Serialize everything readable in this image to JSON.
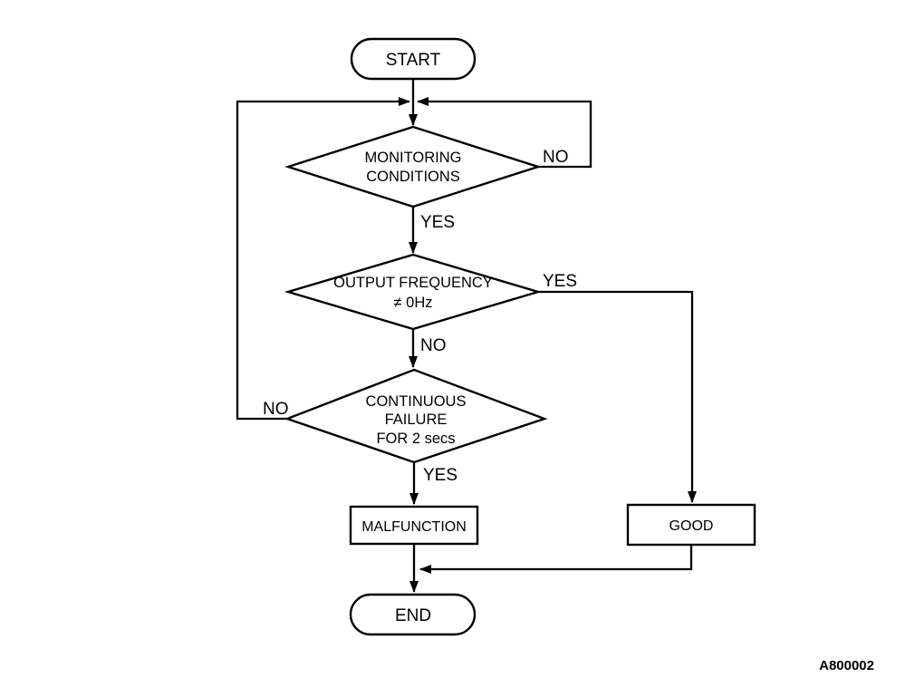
{
  "figure": {
    "code": "A800002",
    "background_color": "#ffffff",
    "line_color": "#000000",
    "text_color": "#000000"
  },
  "nodes": {
    "start": {
      "type": "terminator",
      "label": "START"
    },
    "monitoring_conditions": {
      "type": "decision",
      "lines": [
        "MONITORING",
        "CONDITIONS"
      ]
    },
    "output_frequency": {
      "type": "decision",
      "lines": [
        "OUTPUT FREQUENCY",
        "≠ 0Hz"
      ]
    },
    "continuous_failure": {
      "type": "decision",
      "lines": [
        "CONTINUOUS",
        "FAILURE",
        "FOR 2 secs"
      ]
    },
    "malfunction": {
      "type": "process",
      "label": "MALFUNCTION"
    },
    "good": {
      "type": "process",
      "label": "GOOD"
    },
    "end": {
      "type": "terminator",
      "label": "END"
    }
  },
  "edges": {
    "start_to_monitoring": {
      "label": "",
      "from": "start",
      "to": "monitoring_conditions"
    },
    "monitoring_no": {
      "label": "NO",
      "from": "monitoring_conditions",
      "to": "merge_before_monitoring"
    },
    "monitoring_yes": {
      "label": "YES",
      "from": "monitoring_conditions",
      "to": "output_frequency"
    },
    "output_frequency_yes": {
      "label": "YES",
      "from": "output_frequency",
      "to": "good"
    },
    "output_frequency_no": {
      "label": "NO",
      "from": "output_frequency",
      "to": "continuous_failure"
    },
    "continuous_failure_no": {
      "label": "NO",
      "from": "continuous_failure",
      "to": "merge_before_monitoring"
    },
    "continuous_failure_yes": {
      "label": "YES",
      "from": "continuous_failure",
      "to": "malfunction"
    },
    "malfunction_to_end": {
      "label": "",
      "from": "malfunction",
      "to": "end"
    },
    "good_to_end": {
      "label": "",
      "from": "good",
      "to": "end"
    }
  }
}
